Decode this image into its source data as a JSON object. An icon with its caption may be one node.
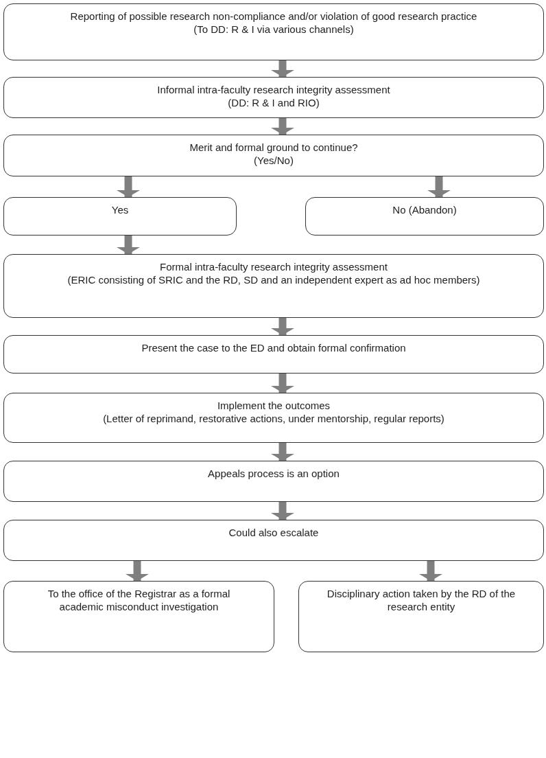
{
  "diagram": {
    "nodes": [
      {
        "text": [
          "Reporting of possible research non-compliance and/or violation of good research practice",
          "(To DD: R & I via various channels)"
        ]
      },
      {
        "text": [
          "Informal intra-faculty research integrity assessment",
          "(DD: R & I and RIO)"
        ]
      },
      {
        "text": [
          "Merit and formal ground to continue?",
          "(Yes/No)"
        ]
      },
      {
        "text": [
          "Yes"
        ]
      },
      {
        "text": [
          "No (Abandon)"
        ]
      },
      {
        "text": [
          "Formal intra-faculty research integrity assessment",
          "(ERIC consisting of SRIC and the RD, SD and an independent expert as ad hoc members)"
        ]
      },
      {
        "text": [
          "Present the case to the ED and obtain formal confirmation"
        ]
      },
      {
        "text": [
          "Implement the outcomes",
          "(Letter of reprimand, restorative actions, under mentorship, regular reports)"
        ]
      },
      {
        "text": [
          "Appeals process is an option"
        ]
      },
      {
        "text": [
          "Could also escalate"
        ]
      },
      {
        "text": [
          "To the office of the Registrar as a formal academic misconduct investigation"
        ]
      },
      {
        "text": [
          "Disciplinary action taken by the RD of the research entity"
        ]
      }
    ],
    "edges": [
      {
        "from": 0,
        "to": 1,
        "arrow": "to"
      },
      {
        "from": 1,
        "to": 2,
        "arrow": "to"
      },
      {
        "from": 2,
        "to": 3,
        "arrow": "to"
      },
      {
        "from": 2,
        "to": 4,
        "arrow": "to"
      },
      {
        "from": 3,
        "to": 5,
        "arrow": "to"
      },
      {
        "from": 5,
        "to": 6,
        "arrow": "to"
      },
      {
        "from": 6,
        "to": 7,
        "arrow": "to"
      },
      {
        "from": 7,
        "to": 8,
        "arrow": "to"
      },
      {
        "from": 8,
        "to": 9,
        "arrow": "to"
      },
      {
        "from": 9,
        "to": 10,
        "arrow": "to"
      },
      {
        "from": 9,
        "to": 11,
        "arrow": "to"
      }
    ]
  }
}
